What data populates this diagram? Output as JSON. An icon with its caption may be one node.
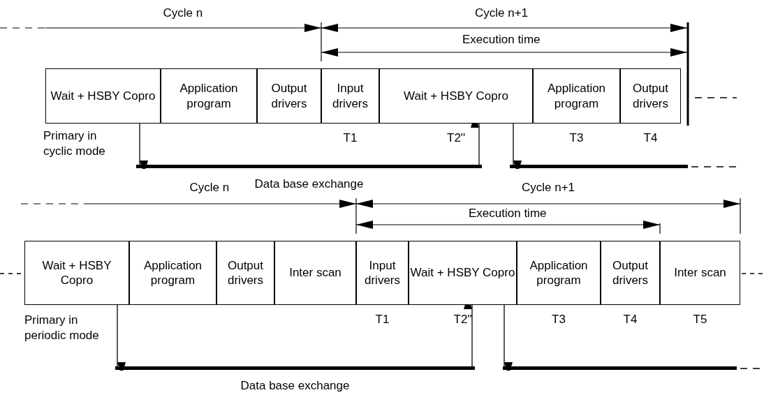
{
  "diagram": {
    "nodes": [
      {
        "text": [
          "Wait + HSBY Copro"
        ]
      },
      {
        "text": [
          "Application program"
        ]
      },
      {
        "text": [
          "Output drivers"
        ]
      },
      {
        "text": [
          "Input drivers"
        ],
        "beside": [
          "T1"
        ]
      },
      {
        "text": [
          "Wait + HSBY Copro"
        ],
        "beside": [
          "T2''"
        ]
      },
      {
        "text": [
          "Application program"
        ],
        "beside": [
          "T3"
        ]
      },
      {
        "text": [
          "Output drivers"
        ],
        "beside": [
          "T4"
        ]
      },
      {
        "text": [],
        "shape": "bar",
        "beside": [
          "Data base exchange"
        ]
      },
      {
        "text": [],
        "shape": "bar"
      },
      {
        "text": [
          "Wait + HSBY Copro"
        ]
      },
      {
        "text": [
          "Application program"
        ]
      },
      {
        "text": [
          "Output drivers"
        ]
      },
      {
        "text": [
          "Inter scan"
        ]
      },
      {
        "text": [
          "Input drivers"
        ],
        "beside": [
          "T1"
        ]
      },
      {
        "text": [
          "Wait + HSBY Copro"
        ],
        "beside": [
          "T2''"
        ]
      },
      {
        "text": [
          "Application program"
        ],
        "beside": [
          "T3"
        ]
      },
      {
        "text": [
          "Output drivers"
        ],
        "beside": [
          "T4"
        ]
      },
      {
        "text": [
          "Inter scan"
        ],
        "beside": [
          "T5"
        ]
      },
      {
        "text": [],
        "shape": "bar",
        "beside": [
          "Data base exchange"
        ]
      },
      {
        "text": [],
        "shape": "bar"
      }
    ],
    "edges": [
      {
        "from": 0,
        "to": 7,
        "arrow": "to"
      },
      {
        "from": 7,
        "to": 4,
        "arrow": "to"
      },
      {
        "from": 4,
        "to": 8,
        "arrow": "to"
      },
      {
        "from": 9,
        "to": 18,
        "arrow": "to"
      },
      {
        "from": 18,
        "to": 14,
        "arrow": "to"
      },
      {
        "from": 14,
        "to": 19,
        "arrow": "to"
      }
    ],
    "labels": [
      "Cycle n",
      "Cycle n+1",
      "Execution time",
      "Primary in cyclic mode",
      "Cycle n",
      "Cycle n+1",
      "Execution time",
      "Primary in periodic mode"
    ]
  }
}
